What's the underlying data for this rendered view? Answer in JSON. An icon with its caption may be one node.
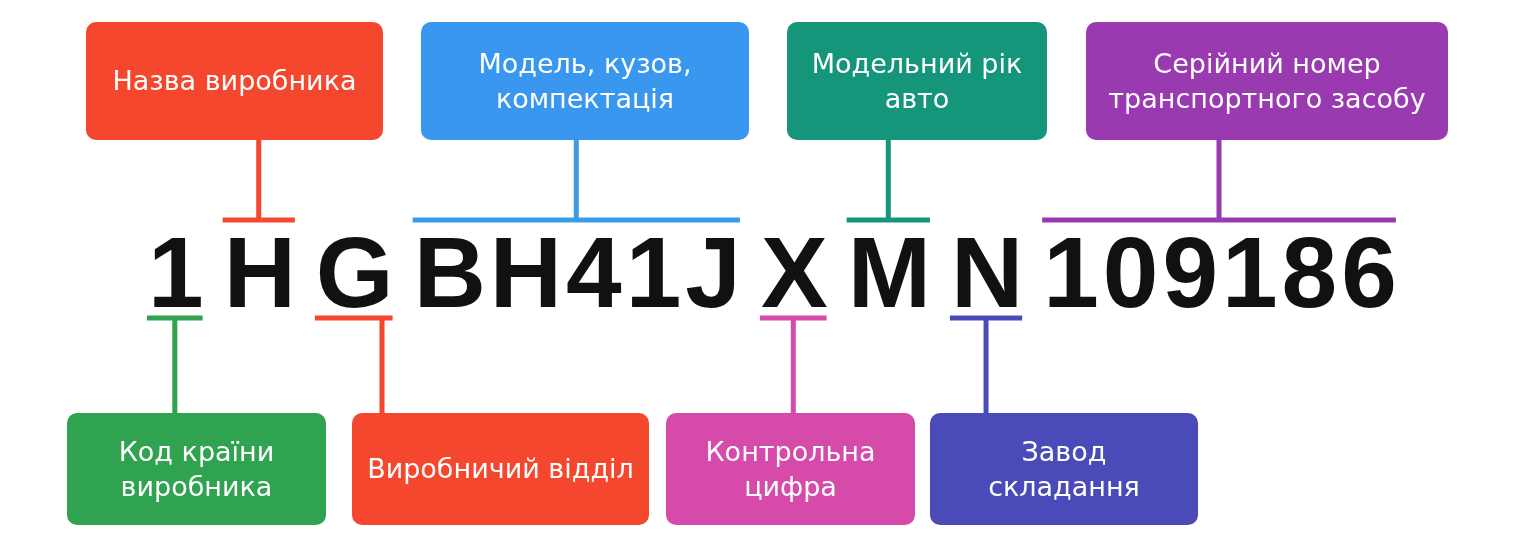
{
  "diagram": {
    "nodes": [
      {
        "text": [
          "Назва виробника"
        ]
      },
      {
        "text": [
          "Модель, кузов, компектація"
        ]
      },
      {
        "text": [
          "Модельний рік авто"
        ]
      },
      {
        "text": [
          "Серійний номер транспортного засобу"
        ]
      },
      {
        "text": [
          "1"
        ]
      },
      {
        "text": [
          "H"
        ]
      },
      {
        "text": [
          "G"
        ]
      },
      {
        "text": [
          "BH41J"
        ]
      },
      {
        "text": [
          "X"
        ]
      },
      {
        "text": [
          "M"
        ]
      },
      {
        "text": [
          "N"
        ]
      },
      {
        "text": [
          "109186"
        ]
      },
      {
        "text": [
          "Код країни виробника"
        ]
      },
      {
        "text": [
          "Виробничий відділ"
        ]
      },
      {
        "text": [
          "Контрольна цифра"
        ]
      },
      {
        "text": [
          "Завод складання"
        ]
      }
    ],
    "edges": [
      {
        "from": 0,
        "to": 5,
        "arrow": "none",
        "color": "#f4472d"
      },
      {
        "from": 1,
        "to": 7,
        "arrow": "none",
        "color": "#3a9be6"
      },
      {
        "from": 2,
        "to": 9,
        "arrow": "none",
        "color": "#15967a"
      },
      {
        "from": 3,
        "to": 11,
        "arrow": "none",
        "color": "#9a3ab1"
      },
      {
        "from": 12,
        "to": 4,
        "arrow": "none",
        "color": "#2fa34f"
      },
      {
        "from": 13,
        "to": 6,
        "arrow": "none",
        "color": "#f4472d"
      },
      {
        "from": 14,
        "to": 8,
        "arrow": "none",
        "color": "#d64aa9"
      },
      {
        "from": 15,
        "to": 10,
        "arrow": "none",
        "color": "#4a4bb8"
      }
    ]
  }
}
